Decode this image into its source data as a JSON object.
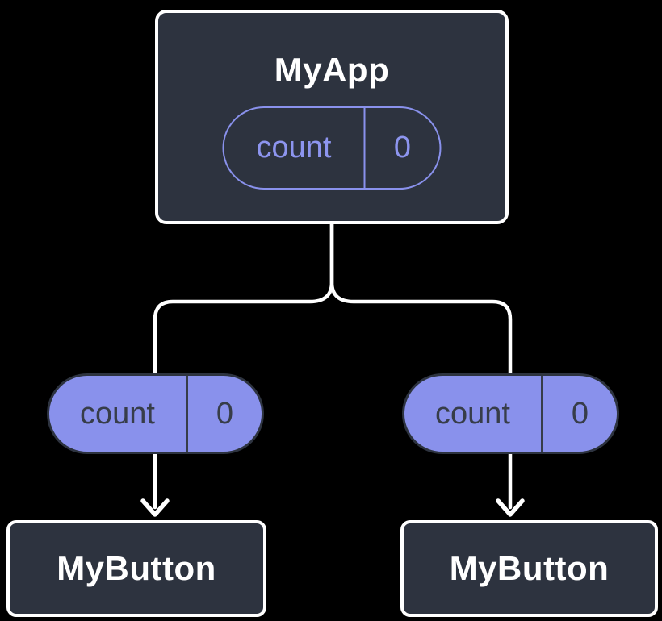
{
  "colors": {
    "background": "#000000",
    "node_fill": "#2d333f",
    "node_border": "#ffffff",
    "accent": "#8991ec",
    "accent_text": "#8d95ef",
    "dark_text": "#373d49",
    "white_text": "#ffffff",
    "connector": "#ffffff"
  },
  "diagram": {
    "root": {
      "title": "MyApp",
      "state": {
        "key": "count",
        "value": "0"
      }
    },
    "props": [
      {
        "key": "count",
        "value": "0"
      },
      {
        "key": "count",
        "value": "0"
      }
    ],
    "children": [
      {
        "title": "MyButton"
      },
      {
        "title": "MyButton"
      }
    ]
  }
}
